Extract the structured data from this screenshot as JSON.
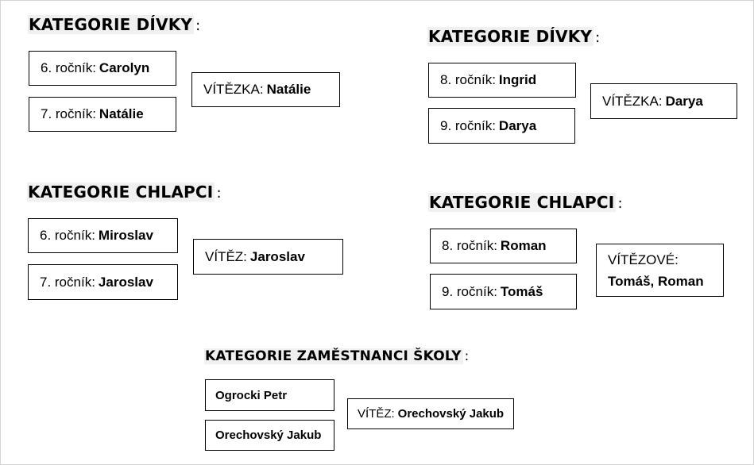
{
  "left": {
    "girls": {
      "heading": "KATEGORIE DÍVKY",
      "colon": ":",
      "grade1_label": "6. ročník:",
      "grade1_name": "Carolyn",
      "grade2_label": "7. ročník:",
      "grade2_name": "Natálie",
      "winner_label": "VÍTĚZKA:",
      "winner_name": "Natálie"
    },
    "boys": {
      "heading": "KATEGORIE CHLAPCI",
      "colon": ":",
      "grade1_label": "6. ročník:",
      "grade1_name": "Miroslav",
      "grade2_label": "7. ročník:",
      "grade2_name": "Jaroslav",
      "winner_label": "VÍTĚZ:",
      "winner_name": "Jaroslav"
    }
  },
  "right": {
    "girls": {
      "heading": "KATEGORIE DÍVKY",
      "colon": ":",
      "grade1_label": "8. ročník:",
      "grade1_name": "Ingrid",
      "grade2_label": "9. ročník:",
      "grade2_name": "Darya",
      "winner_label": "VÍTĚZKA:",
      "winner_name": "Darya"
    },
    "boys": {
      "heading": "KATEGORIE CHLAPCI",
      "colon": ":",
      "grade1_label": "8. ročník:",
      "grade1_name": "Roman",
      "grade2_label": "9. ročník:",
      "grade2_name": "Tomáš",
      "winner_label": "VÍTĚZOVÉ:",
      "winner_name": "Tomáš, Roman"
    }
  },
  "staff": {
    "heading": "KATEGORIE ZAMĚSTNANCI ŠKOLY",
    "colon": ":",
    "entry1": "Ogrocki Petr",
    "entry2": "Orechovský Jakub",
    "winner_label": "VÍTĚZ:",
    "winner_name": "Orechovský Jakub"
  }
}
